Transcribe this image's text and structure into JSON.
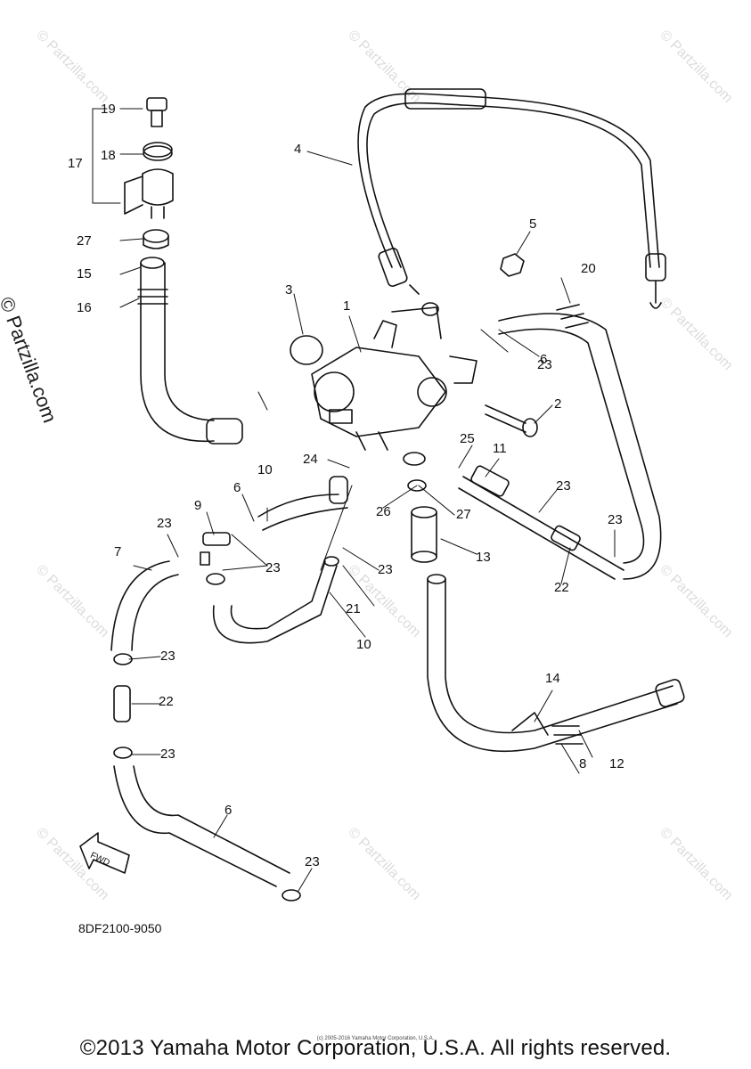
{
  "watermark": {
    "text": "© Partzilla.com",
    "side_text": "© Partzilla.com"
  },
  "callouts": [
    "1",
    "2",
    "3",
    "4",
    "5",
    "6",
    "6",
    "6",
    "7",
    "8",
    "9",
    "10",
    "10",
    "11",
    "12",
    "13",
    "14",
    "15",
    "16",
    "17",
    "18",
    "19",
    "20",
    "21",
    "22",
    "22",
    "23",
    "23",
    "23",
    "23",
    "23",
    "23",
    "23",
    "23",
    "23",
    "24",
    "25",
    "26",
    "27",
    "27"
  ],
  "diagram_code": "8DF2100-9050",
  "fwd_label": "FWD",
  "footer": {
    "copyright": "©2013 Yamaha Motor Corporation, U.S.A. All rights reserved.",
    "small_copyright": "(c) 2005-2016 Yamaha Motor Corporation, U.S.A."
  }
}
